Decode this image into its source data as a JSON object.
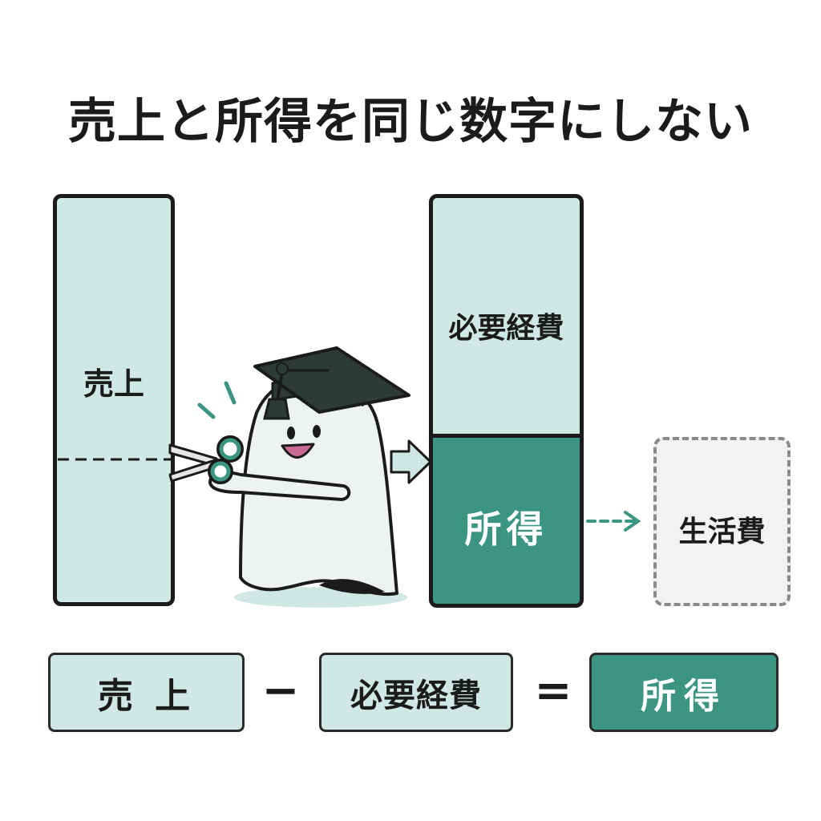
{
  "title": "売上と所得を同じ数字にしない",
  "left_bar": {
    "label": "売上"
  },
  "right_bar": {
    "top_label": "必要経費",
    "bottom_label": "所得"
  },
  "living_box": {
    "label": "生活費"
  },
  "equation": {
    "term1": "売 上",
    "minus": "−",
    "term2": "必要経費",
    "equals": "=",
    "result": "所得"
  },
  "colors": {
    "light_teal": "#cfe8e3",
    "dark_teal": "#3b9582",
    "outline": "#1b1b1b",
    "dashed_gray": "#8a8a8a",
    "living_fill": "#f2f2f2"
  },
  "icons": [
    "ghost-mascot-icon",
    "graduation-cap-icon",
    "scissors-icon",
    "arrow-right-icon",
    "dashed-arrow-icon"
  ]
}
